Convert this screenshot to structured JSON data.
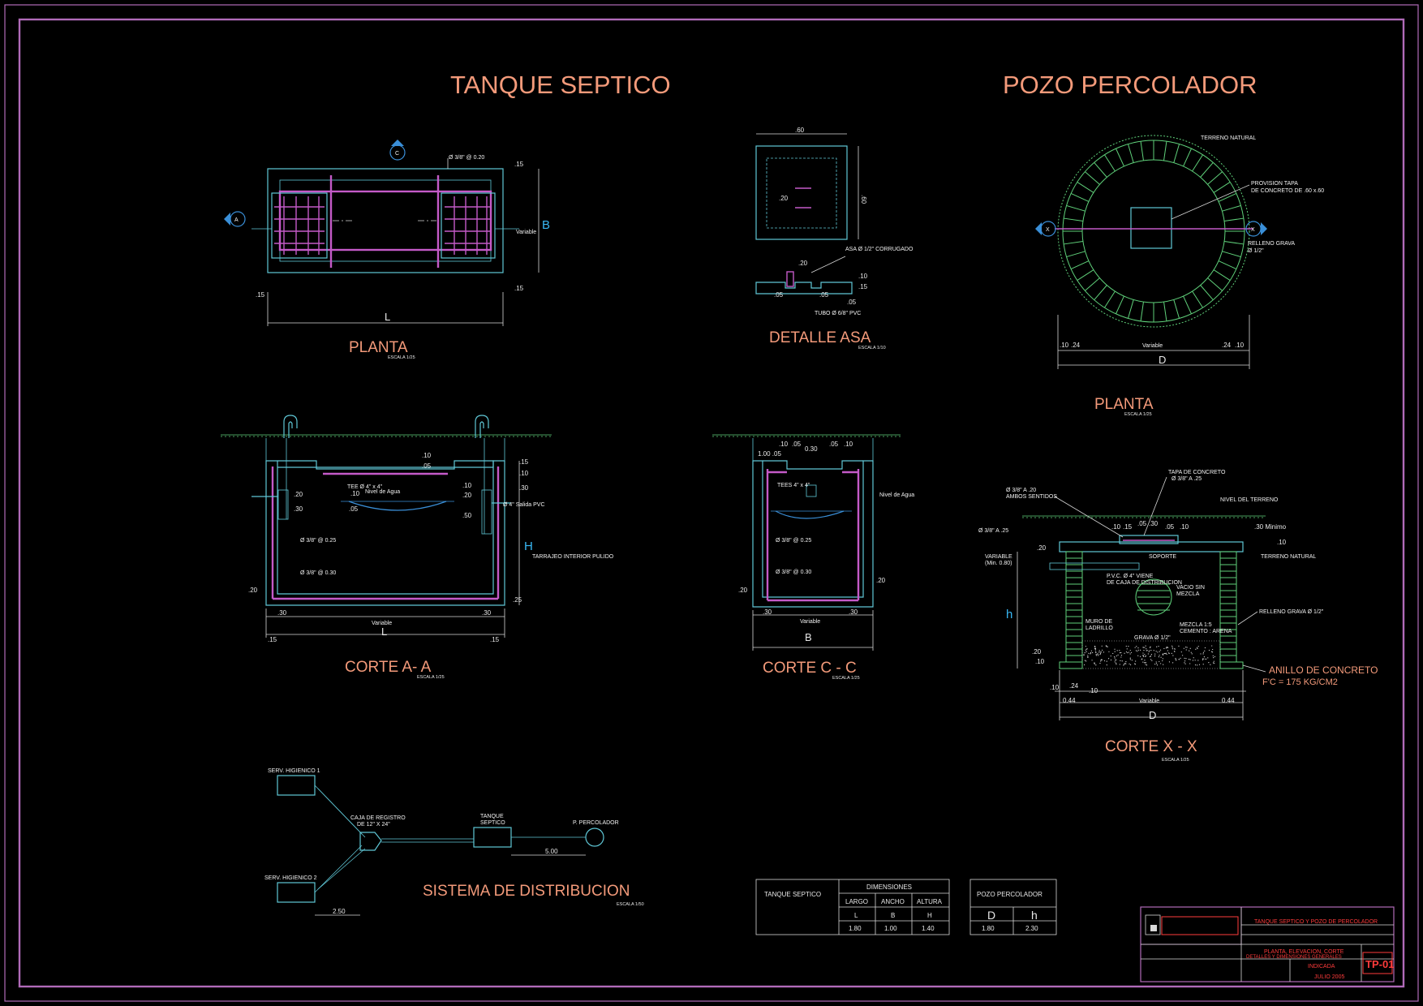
{
  "titles": {
    "tanque": "TANQUE SEPTICO",
    "pozo": "POZO PERCOLADOR"
  },
  "views": {
    "planta_tanque": {
      "label": "PLANTA",
      "scale": "ESCALA 1/25"
    },
    "detalle_asa": {
      "label": "DETALLE ASA",
      "scale": "ESCALA 1/10"
    },
    "planta_pozo": {
      "label": "PLANTA",
      "scale": "ESCALA 1/25"
    },
    "corte_aa": {
      "label": "CORTE A- A",
      "scale": "ESCALA 1/25"
    },
    "corte_cc": {
      "label": "CORTE C - C",
      "scale": "ESCALA 1/25"
    },
    "corte_xx": {
      "label": "CORTE X - X",
      "scale": "ESCALA 1/25"
    },
    "sistema": {
      "label": "SISTEMA DE DISTRIBUCION",
      "scale": "ESCALA 1/50"
    }
  },
  "markers": {
    "a": "A",
    "c": "C",
    "x": "X"
  },
  "planta_tanque": {
    "rebar": "Ø 3/8\" @ 0.20",
    "dim_15_top": ".15",
    "dim_15_left": ".15",
    "dim_15_right": ".15",
    "dim_L": "L",
    "dim_B": "B",
    "variable": "Variable"
  },
  "asa": {
    "dim_60": ".60",
    "dim_60v": ".60",
    "dim_20": ".20",
    "asa_note": "ASA Ø 1/2\" CORRUGADO",
    "d_20": ".20",
    "d_05a": ".05",
    "d_05b": ".05",
    "d_05c": ".05",
    "d_15": ".15",
    "d_10": ".10",
    "tubo": "TUBO Ø 6/8\" PVC"
  },
  "pozo_planta": {
    "terreno": "TERRENO NATURAL",
    "tapa1": "PROVISION TAPA",
    "tapa2": "DE CONCRETO DE .60 x.60",
    "grava1": "RELLENO GRAVA",
    "grava2": "Ø 1/2\"",
    "d10a": ".10",
    "d24a": ".24",
    "variable": "Variable",
    "d24b": ".24",
    "d10b": ".10",
    "D": "D"
  },
  "corte_aa": {
    "d10a": ".10",
    "d05": ".05",
    "d15": ".15",
    "d10b": ".10",
    "d30a": ".30",
    "tee": "TEE Ø 4\" x 4\"",
    "d10c": ".10",
    "d20a": ".20",
    "d30b": ".30",
    "d05b": ".05",
    "nivel": "Nivel de Agua",
    "d20b": ".20",
    "d10d": ".10",
    "salida": "Ø 4\" Salida PVC",
    "d50": ".50",
    "rebar1": "Ø 3/8\" @ 0.25",
    "rebar2": "Ø 3/8\" @ 0.30",
    "H": "H",
    "tarrajeo": "TARRAJEO INTERIOR PULIDO",
    "d20c": ".20",
    "d25": ".25",
    "d30c": ".30",
    "d30d": ".30",
    "variable": "Variable",
    "L": "L",
    "d15a": ".15",
    "d15b": ".15"
  },
  "corte_cc": {
    "d10a": ".10",
    "d05a": ".05",
    "d30": "0.30",
    "d05b": ".05",
    "d10b": ".10",
    "d05c": ".05",
    "nivel_ss": "1.00 .05",
    "tee": "TEES 4\" x 4\"",
    "nivel": "Nivel de Agua",
    "rebar1": "Ø 3/8\" @ 0.25",
    "rebar2": "Ø 3/8\" @ 0.30",
    "d20a": ".20",
    "d20b": ".20",
    "d30a": ".30",
    "d30b": ".30",
    "variable": "Variable",
    "B": "B"
  },
  "corte_xx": {
    "tapa1": "TAPA DE CONCRETO",
    "tapa2": "Ø 3/8\" A .25",
    "ambos1": "Ø 3/8\" A .20",
    "ambos2": "AMBOS SENTIDOS",
    "nivel": "NIVEL DEL TERRENO",
    "d10a": ".10",
    "d15": ".15",
    "d05a": ".05",
    "d30": ".30",
    "d05b": ".05",
    "d10b": ".10",
    "d30min": ".30 Minimo",
    "d10c": ".10",
    "rebar": "Ø 3/8\" A .25",
    "variable1": "VARIABLE",
    "variable2": "(Min. 0.80)",
    "d20a": ".20",
    "soporte": "SOPORTE",
    "terreno": "TERRENO NATURAL",
    "pvc1": "P.V.C. Ø 4\" VIENE",
    "pvc2": "DE CAJA DE DISTRIBUCION",
    "vacio1": "VACIO SIN",
    "vacio2": "MEZCLA",
    "h": "h",
    "muro1": "MURO DE",
    "muro2": "LADRILLO",
    "mezcla1": "MEZCLA 1:5",
    "mezcla2": "CEMENTO : ARENA",
    "relleno": "RELLENO GRAVA Ø 1/2\"",
    "grava": "GRAVA Ø 1/2\"",
    "d20b": ".20",
    "d10d": ".10",
    "anillo": "ANILLO DE CONCRETO",
    "fc": "F'C = 175 KG/CM2",
    "d10e": ".10",
    "d24": ".24",
    "d10f": ".10",
    "d44a": "0.44",
    "variable": "Variable",
    "d44b": "0.44",
    "D": "D"
  },
  "sistema": {
    "serv1": "SERV. HIGIENICO 1",
    "serv2": "SERV. HIGIENICO 2",
    "caja1": "CAJA DE REGISTRO",
    "caja2": "DE 12\" X 24\"",
    "tanque1": "TANQUE",
    "tanque2": "SEPTICO",
    "percolador": "P. PERCOLADOR",
    "d1": "2.50",
    "d2": "5.00"
  },
  "table_tanque": {
    "name": "TANQUE SEPTICO",
    "group": "DIMENSIONES",
    "headers": [
      "LARGO",
      "ANCHO",
      "ALTURA"
    ],
    "symbols": [
      "L",
      "B",
      "H"
    ],
    "values": [
      "1.80",
      "1.00",
      "1.40"
    ]
  },
  "table_pozo": {
    "name": "POZO PERCOLADOR",
    "symbols": [
      "D",
      "h"
    ],
    "values": [
      "1.80",
      "2.30"
    ]
  },
  "titleblock": {
    "project": "TANQUE SEPTICO Y POZO DE PERCOLADOR",
    "plano1": "PLANTA, ELEVACION, CORTE",
    "plano2": "DETALLES Y DIMENSIONES GENERALES",
    "escala": "INDICADA",
    "fecha": "JULIO 2005",
    "code": "TP-01"
  },
  "colors": {
    "frame": "#b06ab8",
    "title": "#f39a7a",
    "cyan": "#5fc7d6",
    "magenta": "#c45ac8",
    "red": "#ff3b3b"
  }
}
